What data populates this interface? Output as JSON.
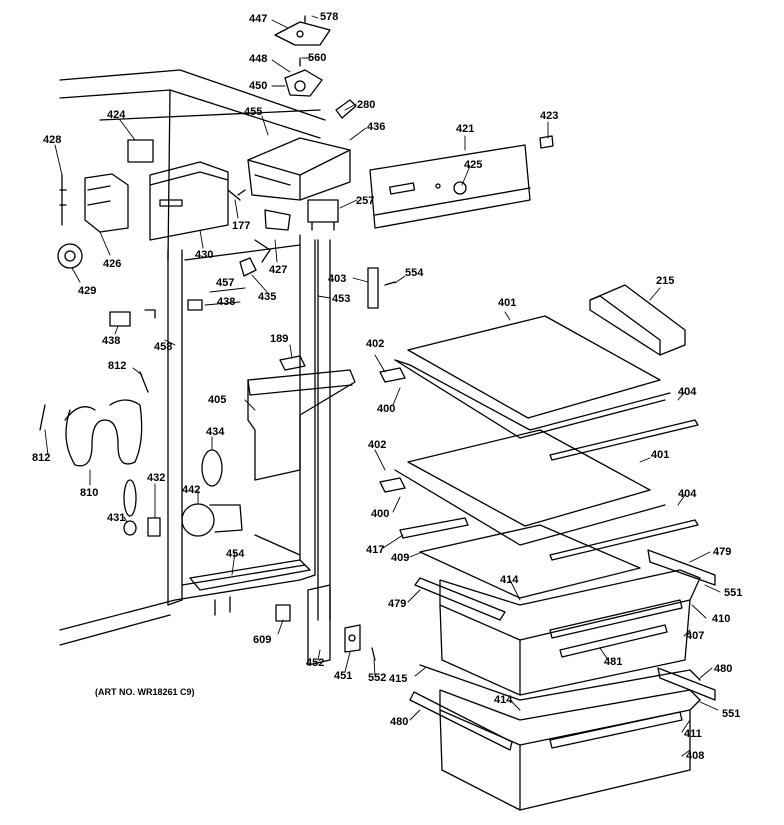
{
  "caption": "(ART NO. WR18261 C9)",
  "parts": [
    {
      "id": "p447",
      "label": "447"
    },
    {
      "id": "p578",
      "label": "578"
    },
    {
      "id": "p448",
      "label": "448"
    },
    {
      "id": "p560",
      "label": "560"
    },
    {
      "id": "p450",
      "label": "450"
    },
    {
      "id": "p280",
      "label": "280"
    },
    {
      "id": "p455",
      "label": "455"
    },
    {
      "id": "p436",
      "label": "436"
    },
    {
      "id": "p424",
      "label": "424"
    },
    {
      "id": "p421",
      "label": "421"
    },
    {
      "id": "p423",
      "label": "423"
    },
    {
      "id": "p428",
      "label": "428"
    },
    {
      "id": "p425",
      "label": "425"
    },
    {
      "id": "p257",
      "label": "257"
    },
    {
      "id": "p177",
      "label": "177"
    },
    {
      "id": "p426",
      "label": "426"
    },
    {
      "id": "p430",
      "label": "430"
    },
    {
      "id": "p427",
      "label": "427"
    },
    {
      "id": "p429",
      "label": "429"
    },
    {
      "id": "p457",
      "label": "457"
    },
    {
      "id": "p435",
      "label": "435"
    },
    {
      "id": "p403",
      "label": "403"
    },
    {
      "id": "p554",
      "label": "554"
    },
    {
      "id": "p215",
      "label": "215"
    },
    {
      "id": "p438a",
      "label": "438"
    },
    {
      "id": "p453",
      "label": "453"
    },
    {
      "id": "p401a",
      "label": "401"
    },
    {
      "id": "p438b",
      "label": "438"
    },
    {
      "id": "p458",
      "label": "458"
    },
    {
      "id": "p189",
      "label": "189"
    },
    {
      "id": "p402a",
      "label": "402"
    },
    {
      "id": "p812a",
      "label": "812"
    },
    {
      "id": "p405",
      "label": "405"
    },
    {
      "id": "p400a",
      "label": "400"
    },
    {
      "id": "p404a",
      "label": "404"
    },
    {
      "id": "p434",
      "label": "434"
    },
    {
      "id": "p812b",
      "label": "812"
    },
    {
      "id": "p402b",
      "label": "402"
    },
    {
      "id": "p401b",
      "label": "401"
    },
    {
      "id": "p432",
      "label": "432"
    },
    {
      "id": "p442",
      "label": "442"
    },
    {
      "id": "p810",
      "label": "810"
    },
    {
      "id": "p400b",
      "label": "400"
    },
    {
      "id": "p404b",
      "label": "404"
    },
    {
      "id": "p431",
      "label": "431"
    },
    {
      "id": "p417",
      "label": "417"
    },
    {
      "id": "p454",
      "label": "454"
    },
    {
      "id": "p409",
      "label": "409"
    },
    {
      "id": "p479a",
      "label": "479"
    },
    {
      "id": "p414a",
      "label": "414"
    },
    {
      "id": "p551a",
      "label": "551"
    },
    {
      "id": "p479b",
      "label": "479"
    },
    {
      "id": "p410",
      "label": "410"
    },
    {
      "id": "p609",
      "label": "609"
    },
    {
      "id": "p407",
      "label": "407"
    },
    {
      "id": "p452",
      "label": "452"
    },
    {
      "id": "p481",
      "label": "481"
    },
    {
      "id": "p480a",
      "label": "480"
    },
    {
      "id": "p451",
      "label": "451"
    },
    {
      "id": "p552",
      "label": "552"
    },
    {
      "id": "p415",
      "label": "415"
    },
    {
      "id": "p414b",
      "label": "414"
    },
    {
      "id": "p551b",
      "label": "551"
    },
    {
      "id": "p480b",
      "label": "480"
    },
    {
      "id": "p411",
      "label": "411"
    },
    {
      "id": "p408",
      "label": "408"
    }
  ]
}
